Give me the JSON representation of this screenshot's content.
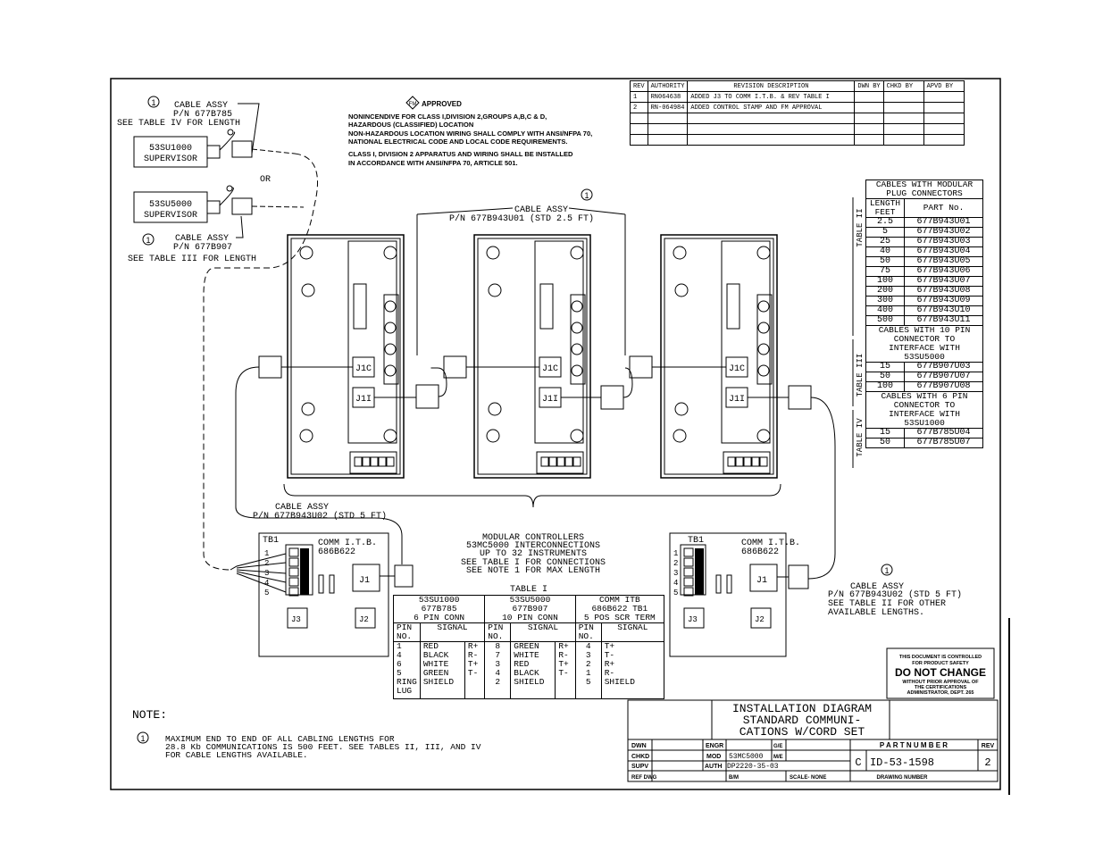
{
  "approval": {
    "fm_mark": "FM",
    "approved_label": "APPROVED",
    "lines": [
      "NONINCENDIVE FOR CLASS I,DIVISION 2,GROUPS A,B,C & D,",
      "HAZARDOUS (CLASSIFIED) LOCATION",
      "NON-HAZARDOUS LOCATION WIRING SHALL COMPLY WITH ANSI/NFPA 70,",
      "NATIONAL ELECTRICAL CODE AND LOCAL CODE REQUIREMENTS.",
      "CLASS I, DIVISION 2 APPARATUS AND WIRING SHALL BE INSTALLED",
      "IN ACCORDANCE WITH ANSI/NFPA 70, ARTICLE 501."
    ]
  },
  "note_marker": "1",
  "cable_top": {
    "l1": "CABLE ASSY",
    "l2": "P/N 677B785",
    "l3": "SEE TABLE IV FOR LENGTH"
  },
  "supervisor1": {
    "l1": "53SU1000",
    "l2": "SUPERVISOR"
  },
  "or_label": "OR",
  "supervisor2": {
    "l1": "53SU5000",
    "l2": "SUPERVISOR"
  },
  "cable_left": {
    "l1": "CABLE ASSY",
    "l2": "P/N 677B907",
    "l3": "SEE TABLE III FOR LENGTH"
  },
  "cable_mid": {
    "l1": "CABLE ASSY",
    "l2": "P/N 677B943U01 (STD 2.5 FT)"
  },
  "cable_bottom": {
    "l1": "CABLE ASSY",
    "l2": "P/N 677B943U02 (STD 5 FT)"
  },
  "cable_right": {
    "l1": "CABLE ASSY",
    "l2": "P/N 677B943U02 (STD 5 FT)",
    "l3": "SEE TABLE II FOR OTHER",
    "l4": "AVAILABLE LENGTHS."
  },
  "jacks": {
    "j1c": "J1C",
    "j1i": "J1I",
    "j1": "J1",
    "j2": "J2",
    "j3": "J3"
  },
  "modular": {
    "l1": "MODULAR CONTROLLERS",
    "l2": "53MC5000 INTERCONNECTIONS",
    "l3": "UP TO 32 INSTRUMENTS",
    "l4": "SEE TABLE I FOR CONNECTIONS",
    "l5": "SEE NOTE 1 FOR MAX LENGTH"
  },
  "itb": {
    "tb": "TB1",
    "l1": "COMM I.T.B.",
    "l2": "686B622",
    "terminals": [
      "1",
      "2",
      "3",
      "4",
      "5"
    ]
  },
  "revision": {
    "headers": [
      "REV",
      "AUTHORITY",
      "REVISION DESCRIPTION",
      "DWN BY",
      "CHKD BY",
      "APVD BY"
    ],
    "rows": [
      [
        "1",
        "RN064638",
        "ADDED J3 TO COMM I.T.B. & REV TABLE I",
        "",
        "",
        ""
      ],
      [
        "2",
        "RN-064984",
        "ADDED CONTROL STAMP AND FM APPROVAL",
        "",
        "",
        ""
      ]
    ]
  },
  "table2": {
    "title": "CABLES WITH MODULAR PLUG CONNECTORS",
    "side": "TABLE II",
    "col1": "LENGTH FEET",
    "col2": "PART No.",
    "rows": [
      [
        "2.5",
        "677B943U01"
      ],
      [
        "5",
        "677B943U02"
      ],
      [
        "25",
        "677B943U03"
      ],
      [
        "40",
        "677B943U04"
      ],
      [
        "50",
        "677B943U05"
      ],
      [
        "75",
        "677B943U06"
      ],
      [
        "100",
        "677B943U07"
      ],
      [
        "200",
        "677B943U08"
      ],
      [
        "300",
        "677B943U09"
      ],
      [
        "400",
        "677B943U10"
      ],
      [
        "500",
        "677B943U11"
      ]
    ]
  },
  "table3": {
    "title": "CABLES WITH 10 PIN CONNECTOR TO INTERFACE WITH 53SU5000",
    "side": "TABLE III",
    "rows": [
      [
        "15",
        "677B907U03"
      ],
      [
        "50",
        "677B907U07"
      ],
      [
        "100",
        "677B907U08"
      ]
    ]
  },
  "table4": {
    "title": "CABLES WITH 6 PIN CONNECTOR TO INTERFACE WITH 53SU1000",
    "side": "TABLE IV",
    "rows": [
      [
        "15",
        "677B785U04"
      ],
      [
        "50",
        "677B785U07"
      ]
    ]
  },
  "table1": {
    "title": "TABLE I",
    "g1": {
      "l1": "53SU1000",
      "l2": "677B785",
      "l3": "6 PIN CONN"
    },
    "g2": {
      "l1": "53SU5000",
      "l2": "677B907",
      "l3": "10 PIN CONN"
    },
    "g3": {
      "l1": "COMM ITB",
      "l2": "686B622  TB1",
      "l3": "5 POS SCR TERM"
    },
    "pin_no": "PIN NO.",
    "signal": "SIGNAL",
    "c1_pins": "1\n4\n6\n5\nRING\nLUG",
    "c1_signals": "RED\nBLACK\nWHITE\nGREEN\nSHIELD",
    "c1_pol": "R+\nR-\nT+\nT-",
    "c2_pins": "8\n7\n3\n4\n2",
    "c2_signals": "GREEN\nWHITE\nRED\nBLACK\nSHIELD",
    "c2_pol": "R+\nR-\nT+\nT-",
    "c3_pins": "4\n3\n2\n1\n5",
    "c3_signals": "T+\nT-\nR+\nR-\nSHIELD"
  },
  "control_stamp": {
    "l1": "THIS DOCUMENT IS CONTROLLED",
    "l2": "FOR PRODUCT SAFETY",
    "l3": "DO NOT CHANGE",
    "l4": "WITHOUT PRIOR APPROVAL OF",
    "l5": "THE CERTIFICATIONS",
    "l6": "ADMINISTRATOR, DEPT. 265"
  },
  "note": {
    "heading": "NOTE:",
    "text1": "MAXIMUM END TO END OF ALL CABLING LENGTHS FOR",
    "text2": "28.8 Kb COMMUNICATIONS IS 500 FEET. SEE TABLES II, III, AND IV",
    "text3": "FOR CABLE LENGTHS AVAILABLE."
  },
  "title_block": {
    "title1": "INSTALLATION DIAGRAM",
    "title2": "STANDARD COMMUNI-",
    "title3": "CATIONS W/CORD SET",
    "dwn": "DWN",
    "chkd": "CHKD",
    "supv": "SUPV",
    "ref_dwg": "REF DWG",
    "engr": "ENGR",
    "mod": "MOD",
    "mod_val": "53MC5000",
    "auth": "AUTH",
    "auth_val": "DP2220-35-03",
    "ge": "G/E",
    "me": "M/E",
    "bm": "B/M",
    "scale": "SCALE- NONE",
    "part_number_label": "P A R T   N U M B E R",
    "rev_label": "REV",
    "size": "C",
    "part_number": "ID-53-1598",
    "rev": "2",
    "drawing_number": "DRAWING NUMBER"
  }
}
